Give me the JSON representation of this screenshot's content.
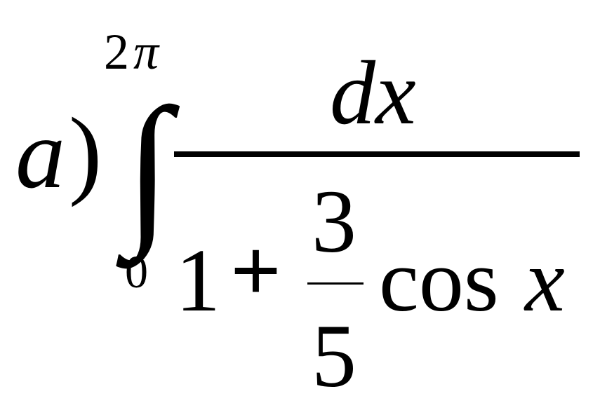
{
  "expression": {
    "label_letter": "a",
    "label_paren": ")",
    "integral_sign": "∫",
    "upper_limit_num": "2",
    "upper_limit_sym": "π",
    "lower_limit": "0",
    "numerator": "dx",
    "denominator": {
      "one": "1",
      "plus": "+",
      "coef_numerator": "3",
      "coef_denominator": "5",
      "func": "cos",
      "var": "x"
    }
  }
}
